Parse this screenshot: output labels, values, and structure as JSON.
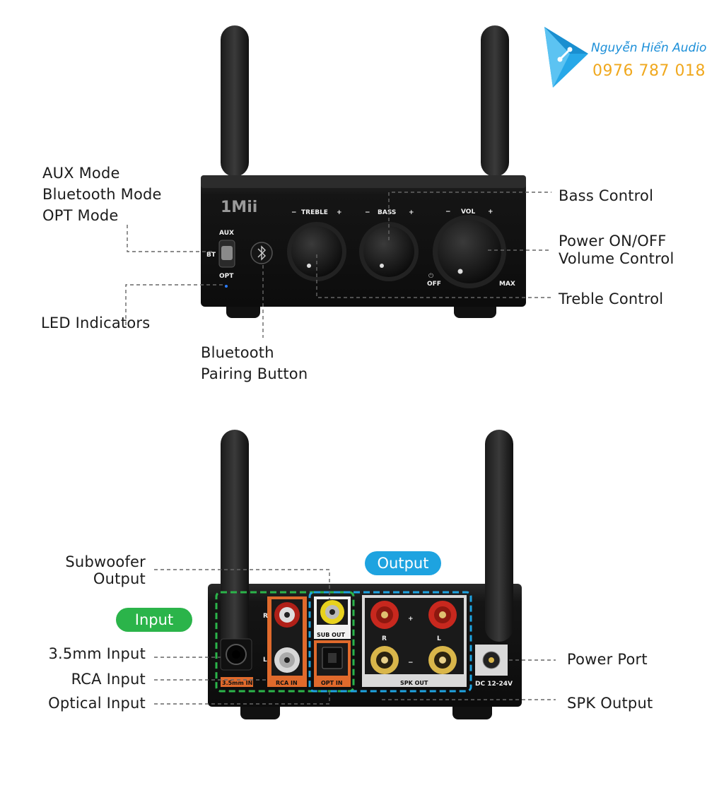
{
  "brand": {
    "name": "Nguyễn Hiển Audio",
    "phone": "0976 787 018"
  },
  "front": {
    "logo": "1Mii",
    "knobs": {
      "treble": {
        "label": "TREBLE",
        "minus": "−",
        "plus": "+"
      },
      "bass": {
        "label": "BASS",
        "minus": "−",
        "plus": "+"
      },
      "vol": {
        "label": "VOL",
        "minus": "−",
        "plus": "+",
        "off": "OFF",
        "max": "MAX"
      }
    },
    "switch": {
      "aux": "AUX",
      "bt": "BT",
      "opt": "OPT"
    },
    "callouts": {
      "mode_1": "AUX Mode",
      "mode_2": "Bluetooth Mode",
      "mode_3": "OPT Mode",
      "led": "LED Indicators",
      "bt_pair_1": "Bluetooth",
      "bt_pair_2": "Pairing Button",
      "bass": "Bass Control",
      "power_1": "Power ON/OFF",
      "power_2": "Volume Control",
      "treble": "Treble Control"
    }
  },
  "rear": {
    "groups": {
      "input": "Input",
      "output": "Output"
    },
    "printed": {
      "aux_in": "3.5mm IN",
      "rca_in": "RCA IN",
      "opt_in": "OPT IN",
      "sub_out": "SUB OUT",
      "spk_out": "SPK OUT",
      "dc": "DC 12-24V",
      "r": "R",
      "l": "L",
      "plus": "+",
      "minus": "−"
    },
    "callouts": {
      "sub_1": "Subwoofer",
      "sub_2": "Output",
      "aux": "3.5mm Input",
      "rca": "RCA Input",
      "optical": "Optical Input",
      "power_port": "Power Port",
      "spk": "SPK Output"
    }
  },
  "colors": {
    "input_green": "#2bb44a",
    "output_blue": "#1ea3e0",
    "label_orange": "#e06a2c",
    "binding_red": "#c8281e",
    "binding_gold": "#d9b64a",
    "brand_blue": "#1c8fd8",
    "brand_orange": "#f0a81e"
  }
}
